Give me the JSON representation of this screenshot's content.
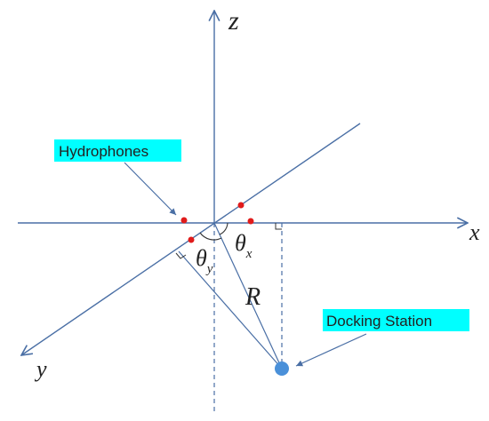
{
  "axes": {
    "z": "z",
    "x": "x",
    "y": "y"
  },
  "angles": {
    "theta_y": {
      "symbol": "θ",
      "subscript": "y"
    },
    "theta_x": {
      "symbol": "θ",
      "subscript": "x"
    }
  },
  "range_label": "R",
  "callouts": {
    "hydrophones": "Hydrophones",
    "docking_station": "Docking Station"
  },
  "colors": {
    "axis": "#4a6fa5",
    "hydrophone": "#e01b1b",
    "station": "#4a90d9",
    "callout_bg": "#00ffff",
    "text": "#222222"
  }
}
